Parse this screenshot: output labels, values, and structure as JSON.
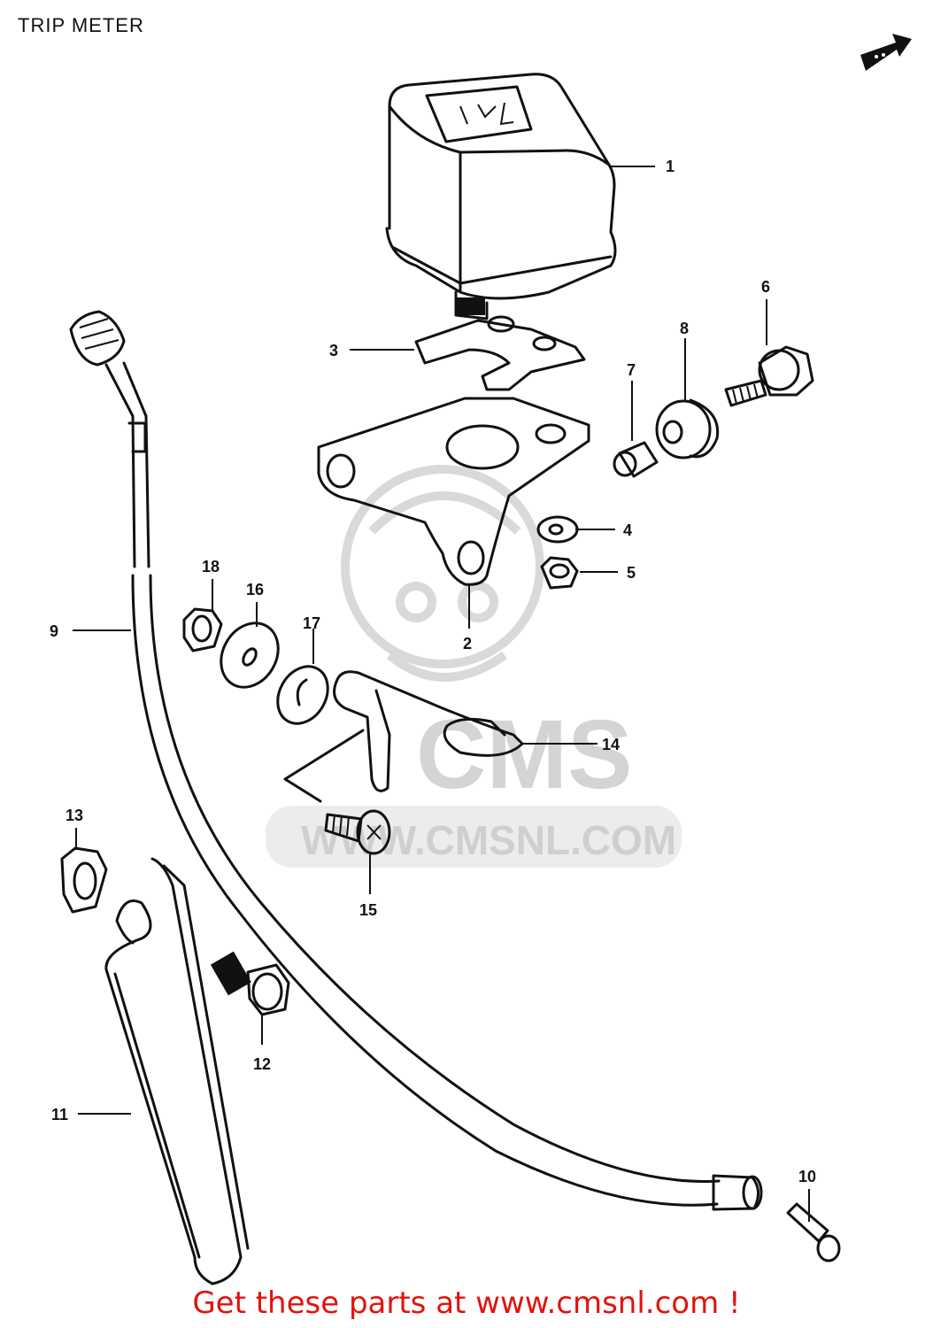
{
  "title": "TRIP METER",
  "footer_cta": "Get these parts at www.cmsnl.com !",
  "watermark": {
    "brand": "CMS",
    "url": "WWW.CMSNL.COM"
  },
  "colors": {
    "cta": "#e0140c",
    "line": "#111111",
    "watermark": "#d4d4d4"
  },
  "callouts": [
    "1",
    "2",
    "3",
    "4",
    "5",
    "6",
    "7",
    "8",
    "9",
    "10",
    "11",
    "12",
    "13",
    "14",
    "15",
    "16",
    "17",
    "18"
  ]
}
